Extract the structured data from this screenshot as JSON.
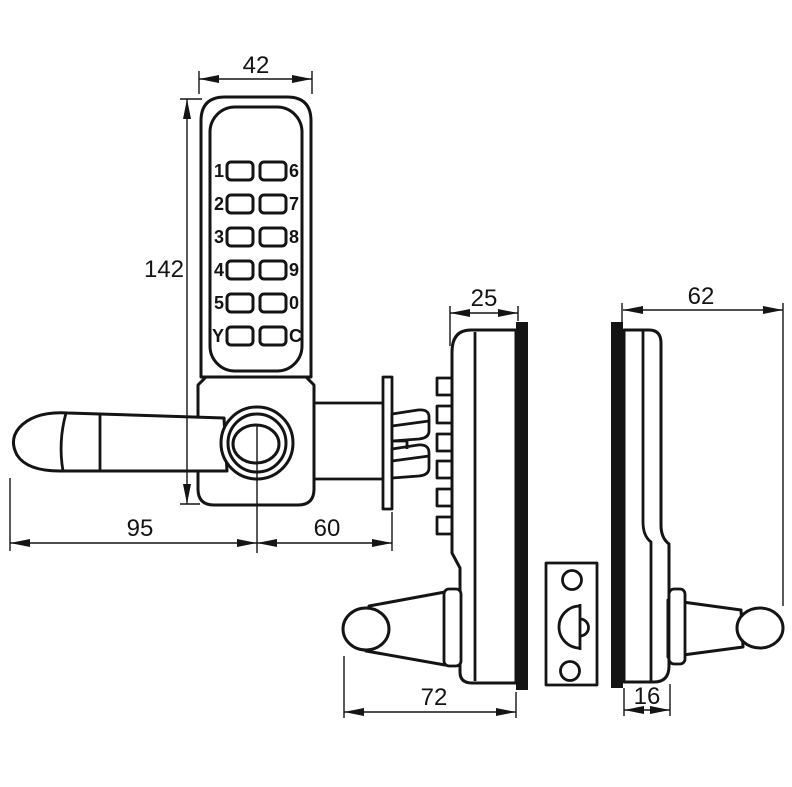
{
  "drawing": {
    "title": "Mechanical keypad door lock dimensional drawing",
    "colors": {
      "line": "#141414",
      "background": "#ffffff",
      "door_section_fill": "#141414"
    },
    "dimensions": {
      "front_width": "42",
      "front_height": "142",
      "lever_length": "95",
      "spindle_length": "60",
      "outside_body_depth": "25",
      "inside_overall_depth": "62",
      "outside_overall_depth": "72",
      "inside_body_depth": "16"
    },
    "keypad_rows": [
      {
        "left": "1",
        "right": "6"
      },
      {
        "left": "2",
        "right": "7"
      },
      {
        "left": "3",
        "right": "8"
      },
      {
        "left": "4",
        "right": "9"
      },
      {
        "left": "5",
        "right": "0"
      },
      {
        "left": "Y",
        "right": "C"
      }
    ]
  }
}
